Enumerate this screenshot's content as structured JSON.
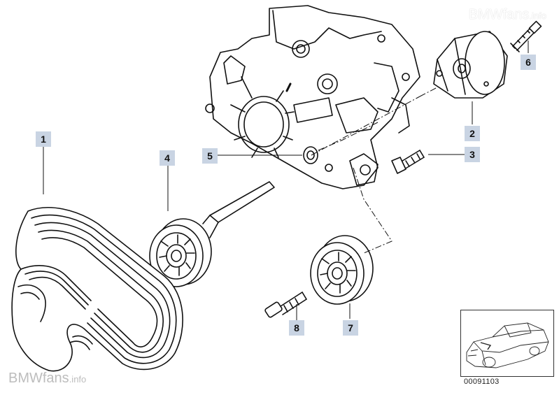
{
  "callouts": [
    {
      "label": "1"
    },
    {
      "label": "2"
    },
    {
      "label": "3"
    },
    {
      "label": "4"
    },
    {
      "label": "5"
    },
    {
      "label": "6"
    },
    {
      "label": "7"
    },
    {
      "label": "8"
    }
  ],
  "watermark_top": {
    "main": "BMWfans",
    "suffix": ".info"
  },
  "watermark_bottom": {
    "main": "BMWfans",
    "suffix": ".info"
  },
  "diagram_number": "00091103",
  "colors": {
    "callout_bg": "#c9d4e3",
    "line": "#111111"
  }
}
